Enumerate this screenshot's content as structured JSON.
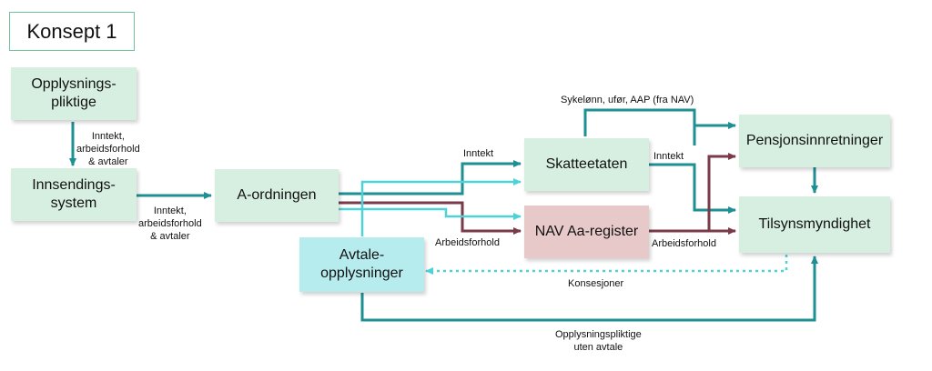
{
  "title": "Konsept 1",
  "boxes": {
    "opplysningspliktige": "Opplysnings-\npliktige",
    "innsendingssystem": "Innsendings-\nsystem",
    "a_ordningen": "A-ordningen",
    "skatteetaten": "Skatteetaten",
    "nav_aa_register": "NAV Aa-register",
    "avtaleopplysninger": "Avtale-\nopplysninger",
    "pensjonsinnretninger": "Pensjonsinnretninger",
    "tilsynsmyndighet": "Tilsynsmyndighet"
  },
  "labels": {
    "inntekt_arbeidsforhold_1": "Inntekt,\narbeidsforhold\n& avtaler",
    "inntekt_arbeidsforhold_2": "Inntekt,\narbeidsforhold\n& avtaler",
    "inntekt_to_skatt": "Inntekt",
    "arbeidsforhold_to_nav": "Arbeidsforhold",
    "sykelonn": "Sykelønn, ufør, AAP (fra NAV)",
    "inntekt_from_skatt": "Inntekt",
    "arbeidsforhold_from_nav": "Arbeidsforhold",
    "konsesjoner": "Konsesjoner",
    "uten_avtale": "Opplysningspliktige\nuten avtale"
  },
  "colors": {
    "teal": "#1e8f92",
    "cyan": "#4fd2d6",
    "maroon": "#7a3a4a",
    "box_green": "#d7efe1",
    "box_pink": "#e8c9c9",
    "box_cyan": "#b7ecef"
  }
}
